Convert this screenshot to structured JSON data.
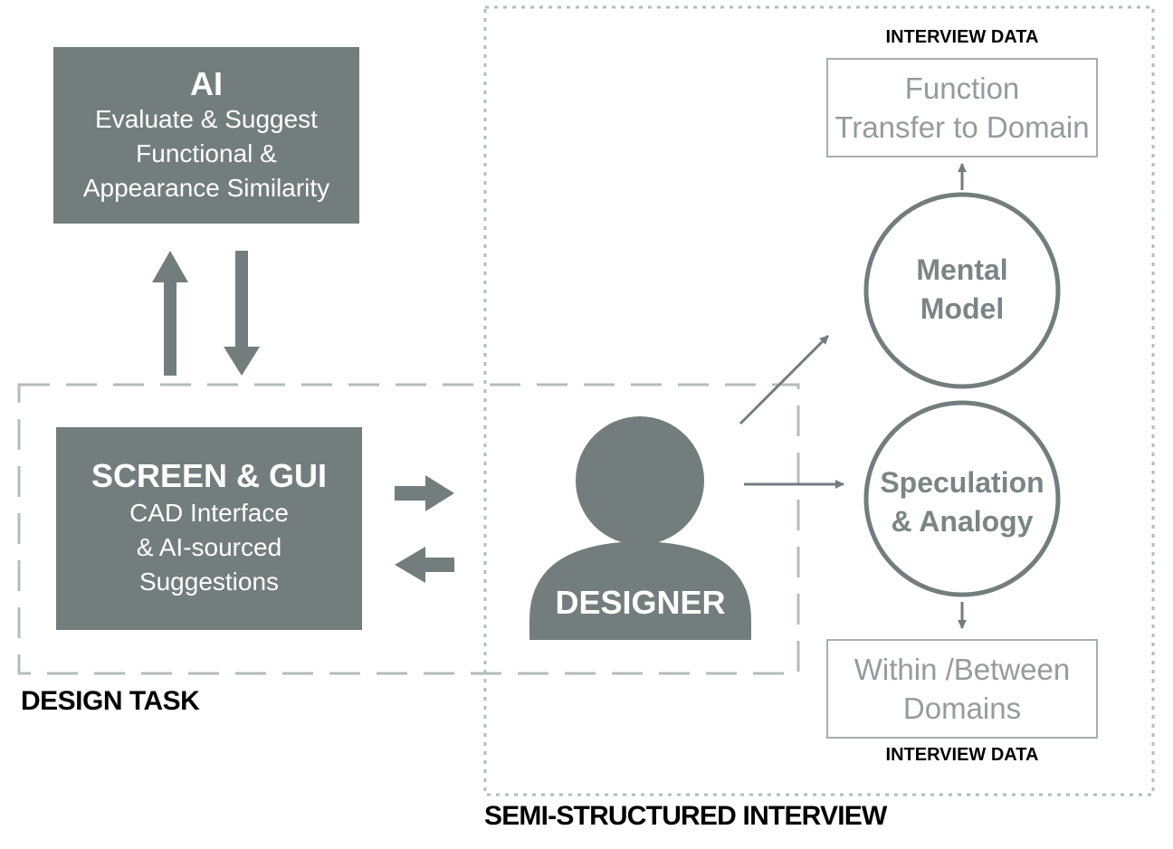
{
  "ai_box": {
    "title": "AI",
    "lines": [
      "Evaluate & Suggest",
      "Functional &",
      "Appearance Similarity"
    ]
  },
  "screen_box": {
    "title": "SCREEN & GUI",
    "lines": [
      "CAD Interface",
      "& AI-sourced",
      "Suggestions"
    ]
  },
  "designer": {
    "label": "DESIGNER"
  },
  "mental_model": {
    "lines": [
      "Mental",
      "Model"
    ]
  },
  "speculation": {
    "lines": [
      "Speculation",
      "& Analogy"
    ]
  },
  "function_box": {
    "lines": [
      "Function",
      "Transfer to Domain"
    ]
  },
  "domains_box": {
    "lines": [
      "Within /Between",
      "Domains"
    ]
  },
  "labels": {
    "interview_data_top": "INTERVIEW DATA",
    "interview_data_bottom": "INTERVIEW DATA",
    "design_task": "DESIGN TASK",
    "semi_structured": "SEMI-STRUCTURED INTERVIEW"
  },
  "colors": {
    "box_fill": "#737d7e",
    "arrow": "#737d7e",
    "dashed_border": "#b4bcbb",
    "light_text": "#959b9c"
  }
}
